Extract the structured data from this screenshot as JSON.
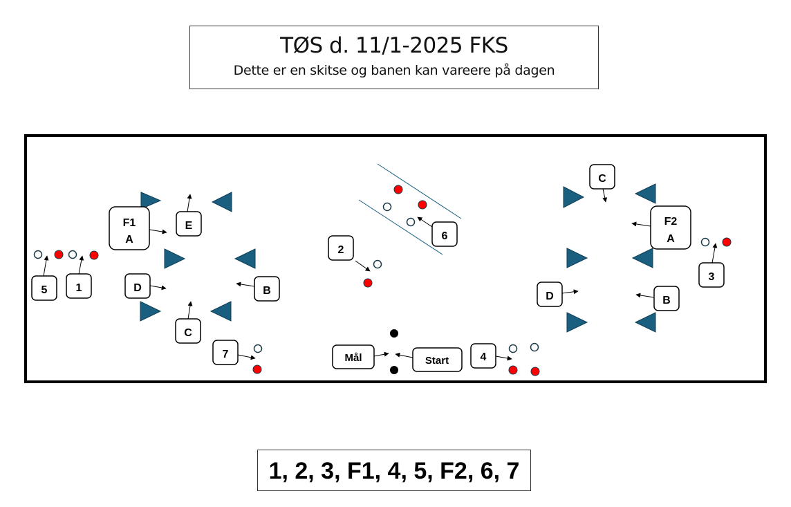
{
  "header": {
    "title": "TØS d. 11/1-2025 FKS",
    "subtitle": "Dette er en skitse og banen kan vareere på dagen"
  },
  "course": {
    "colors": {
      "cone": "#1a5f80",
      "cone_edge": "#0f3e55",
      "ball_red": "#ff0000",
      "ball_white": "#ffffff",
      "ball_outline": "#1a3a4a",
      "goal_post": "#000000",
      "lane_line": "#1a5f80"
    },
    "labels": {
      "f1": "F1",
      "f1_a": "A",
      "f1_b": "B",
      "f1_c": "C",
      "f1_d": "D",
      "f1_e": "E",
      "f2": "F2",
      "f2_a": "A",
      "f2_b": "B",
      "f2_c": "C",
      "f2_d": "D",
      "s1": "1",
      "s2": "2",
      "s3": "3",
      "s4": "4",
      "s5": "5",
      "s6": "6",
      "s7": "7",
      "goal": "Mål",
      "start": "Start"
    }
  },
  "order": {
    "text": "1, 2, 3, F1, 4, 5, F2, 6, 7"
  }
}
